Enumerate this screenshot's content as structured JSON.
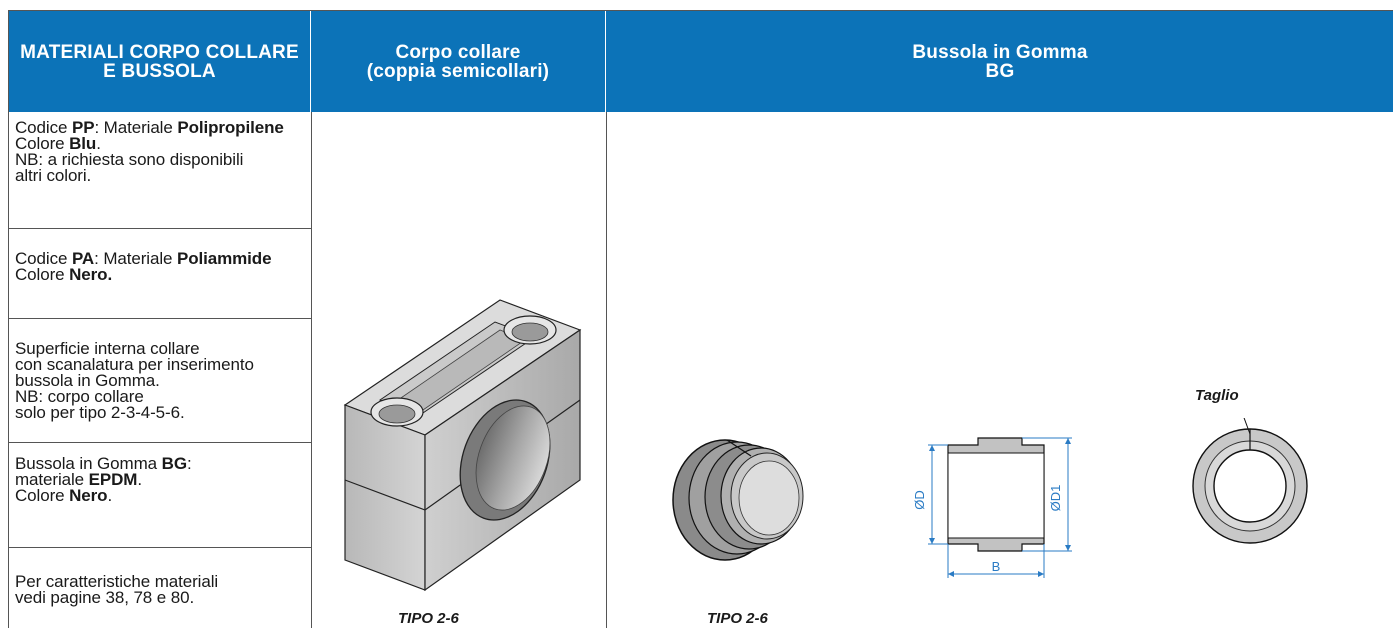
{
  "header": {
    "col1_line1": "MATERIALI CORPO COLLARE",
    "col1_line2": "E BUSSOLA",
    "col2_line1": "Corpo collare",
    "col2_line2": "(coppia semicollari)",
    "col3_line1": "Bussola in Gomma",
    "col3_line2": "BG"
  },
  "rows": {
    "pp": {
      "a": "Codice ",
      "b": "PP",
      "c": ": Materiale ",
      "d": "Polipropilene",
      "e": "Colore ",
      "f": "Blu",
      "g": ".",
      "h": "NB: a richiesta sono disponibili",
      "i": "altri colori."
    },
    "pa": {
      "a": "Codice ",
      "b": "PA",
      "c": ": Materiale ",
      "d": "Poliammide",
      "e": "Colore ",
      "f": "Nero."
    },
    "surface": {
      "l1": "Superficie interna collare",
      "l2": "con scanalatura per inserimento",
      "l3": "bussola in Gomma.",
      "l4": "NB: corpo collare",
      "l5": "solo per tipo 2-3-4-5-6."
    },
    "bg": {
      "a": "Bussola in Gomma ",
      "b": "BG",
      "c": ":",
      "d": "materiale ",
      "e": "EPDM",
      "f": ".",
      "g": "Colore ",
      "h": "Nero",
      "i": "."
    },
    "ref": {
      "l1": "Per caratteristiche materiali",
      "l2": "vedi pagine 38, 78 e 80."
    }
  },
  "captions": {
    "collar": "TIPO 2-6",
    "bushing": "TIPO 2-6",
    "taglio": "Taglio"
  },
  "dimensions": {
    "d": "ØD",
    "d1": "ØD1",
    "b": "B"
  },
  "colors": {
    "header_bg": "#0c73b8",
    "dimension_blue": "#2a7bc4"
  }
}
